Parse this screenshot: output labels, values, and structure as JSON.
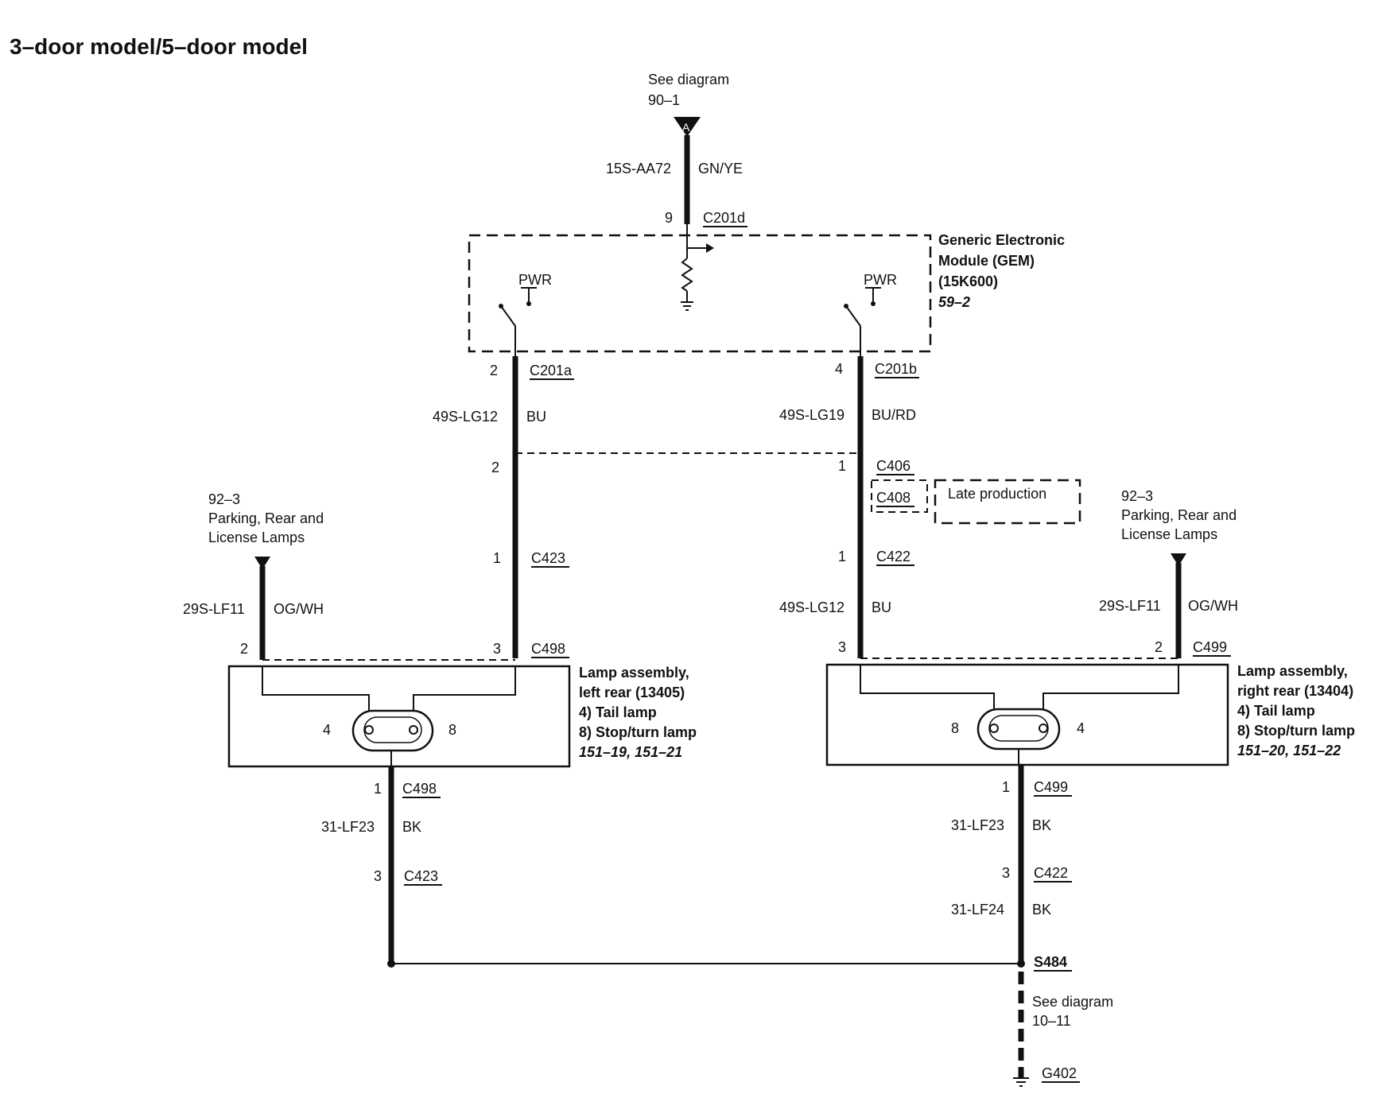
{
  "title": "3–door model/5–door model",
  "top_ref": {
    "line1": "See diagram",
    "line2": "90–1",
    "tag": "A"
  },
  "wires": {
    "top": {
      "circuit": "15S-AA72",
      "color": "GN/YE"
    },
    "left_upper": {
      "circuit": "49S-LG12",
      "color": "BU"
    },
    "right_upper": {
      "circuit": "49S-LG19",
      "color": "BU/RD"
    },
    "right_mid": {
      "circuit": "49S-LG12",
      "color": "BU"
    },
    "left_park": {
      "circuit": "29S-LF11",
      "color": "OG/WH"
    },
    "right_park": {
      "circuit": "29S-LF11",
      "color": "OG/WH"
    },
    "left_ground": {
      "circuit": "31-LF23",
      "color": "BK"
    },
    "right_ground1": {
      "circuit": "31-LF23",
      "color": "BK"
    },
    "right_ground2": {
      "circuit": "31-LF24",
      "color": "BK"
    }
  },
  "connectors": {
    "c201d": {
      "pin": "9",
      "name": "C201d"
    },
    "c201a": {
      "pin": "2",
      "name": "C201a"
    },
    "c201b": {
      "pin": "4",
      "name": "C201b"
    },
    "c406": {
      "pin": "1",
      "name": "C406"
    },
    "left_mid_pin": "2",
    "c408": {
      "name": "C408"
    },
    "c423_top": {
      "pin": "1",
      "name": "C423"
    },
    "c422_top": {
      "pin": "1",
      "name": "C422"
    },
    "c498_top": {
      "pin_left": "2",
      "pin_right": "3",
      "name": "C498"
    },
    "c499_top": {
      "pin_left": "3",
      "pin_right": "2",
      "name": "C499"
    },
    "c498_bot": {
      "pin": "1",
      "name": "C498"
    },
    "c423_bot": {
      "pin": "3",
      "name": "C423"
    },
    "c499_bot": {
      "pin": "1",
      "name": "C499"
    },
    "c422_bot": {
      "pin": "3",
      "name": "C422"
    }
  },
  "gem": {
    "line1": "Generic Electronic",
    "line2": "Module (GEM)",
    "line3": "(15K600)",
    "ref": "59–2",
    "pwr_left": "PWR",
    "pwr_right": "PWR"
  },
  "late_production": "Late production",
  "left_park_ref": {
    "line1": "92–3",
    "line2": "Parking, Rear and",
    "line3": "License Lamps"
  },
  "right_park_ref": {
    "line1": "92–3",
    "line2": "Parking, Rear and",
    "line3": "License Lamps"
  },
  "left_lamp": {
    "line1": "Lamp assembly,",
    "line2": "left rear (13405)",
    "item4": "4)   Tail lamp",
    "item8": "8)   Stop/turn lamp",
    "refs": "151–19, 151–21",
    "pin_left": "4",
    "pin_right": "8"
  },
  "right_lamp": {
    "line1": "Lamp assembly,",
    "line2": "right rear (13404)",
    "item4": "4)   Tail lamp",
    "item8": "8)   Stop/turn lamp",
    "refs": "151–20, 151–22",
    "pin_left": "8",
    "pin_right": "4"
  },
  "splice": {
    "name": "S484"
  },
  "ground_ref": {
    "line1": "See diagram",
    "line2": "10–11"
  },
  "ground": {
    "name": "G402"
  }
}
